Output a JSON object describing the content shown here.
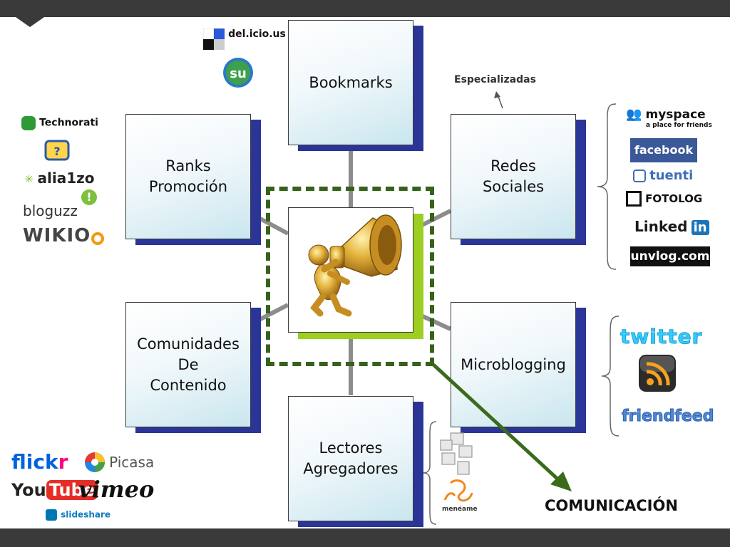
{
  "boxes": {
    "bookmarks": [
      "Bookmarks"
    ],
    "ranks": [
      "Ranks",
      "Promoción"
    ],
    "redes": [
      "Redes",
      "Sociales"
    ],
    "comunidades": [
      "Comunidades",
      "De",
      "Contenido"
    ],
    "microblogging": [
      "Microblogging"
    ],
    "lectores": [
      "Lectores",
      "Agregadores"
    ]
  },
  "annotations": {
    "especializadas": "Especializadas",
    "comunicacion": "COMUNICACIÓN"
  },
  "logos": {
    "delicious": "del.icio.us",
    "technorati": "Technorati",
    "alianzo": "alia1zo",
    "bloguzz": "bloguzz",
    "wikio": "WIKIO",
    "myspace": "myspace",
    "myspace_tag": "a place for friends",
    "facebook": "facebook",
    "tuenti": "tuenti",
    "fotolog": "FOTOLOG",
    "linkedin": "Linked",
    "linkedin_in": "in",
    "unvlog": "unvlog.com",
    "twitter": "twitter",
    "friendfeed": "friendfeed",
    "flickr_a": "flick",
    "flickr_b": "r",
    "picasa": "Picasa",
    "youtube_a": "You",
    "youtube_b": "Tube",
    "vimeo": "vimeo",
    "slideshare": "slideshare",
    "meneame": "menéame"
  },
  "colors": {
    "box_shadow": "#2b3597",
    "dashed_border": "#36621a",
    "center_accent": "#9dcf22",
    "arrow": "#3a6b1b",
    "connector": "#8c8c8c",
    "bar": "#3a3a3a"
  }
}
